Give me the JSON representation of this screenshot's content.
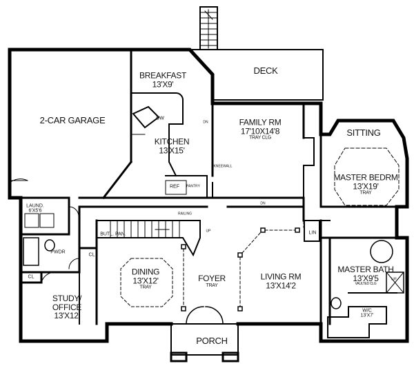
{
  "rooms": {
    "deck": {
      "name": "DECK"
    },
    "breakfast": {
      "name": "BREAKFAST",
      "dim": "13'X9'"
    },
    "garage": {
      "name": "2-CAR GARAGE"
    },
    "kitchen": {
      "name": "KITCHEN",
      "dim": "13'X15'"
    },
    "family": {
      "name": "FAMILY RM",
      "dim": "17'10X14'8",
      "note": "TRAY CLG"
    },
    "sitting": {
      "name": "SITTING"
    },
    "master_bed": {
      "name": "MASTER BEDRM",
      "dim": "13'X19'",
      "note": "TRAY"
    },
    "laundry": {
      "name": "LAUND.",
      "dim": "6'X5'6"
    },
    "dining": {
      "name": "DINING",
      "dim": "13'X12'",
      "note": "TRAY"
    },
    "foyer": {
      "name": "FOYER",
      "note": "TRAY"
    },
    "living": {
      "name": "LIVING RM",
      "dim": "13'X14'2"
    },
    "master_bath": {
      "name": "MASTER BATH",
      "dim": "13'X9'5",
      "note": "VAULTED CLG"
    },
    "study": {
      "name": "STUDY/",
      "name2": "OFFICE",
      "dim": "13'X12'"
    },
    "wic": {
      "name": "W/C",
      "dim": "13'X7'"
    },
    "porch": {
      "name": "PORCH"
    }
  },
  "annotations": {
    "dw": "DW",
    "ref": "REF",
    "pantry": "PANTRY",
    "dn_family": "DN",
    "dn_hall": "DN",
    "kneewall": "KNEEWALL",
    "railing": "RAILING",
    "up": "UP",
    "butl_pan": "BUTL. PAN.",
    "pwdr": "PWDR",
    "cl_pwdr": "CL",
    "cl_study": "CL",
    "lin": "LIN",
    "uf": "U/F"
  }
}
